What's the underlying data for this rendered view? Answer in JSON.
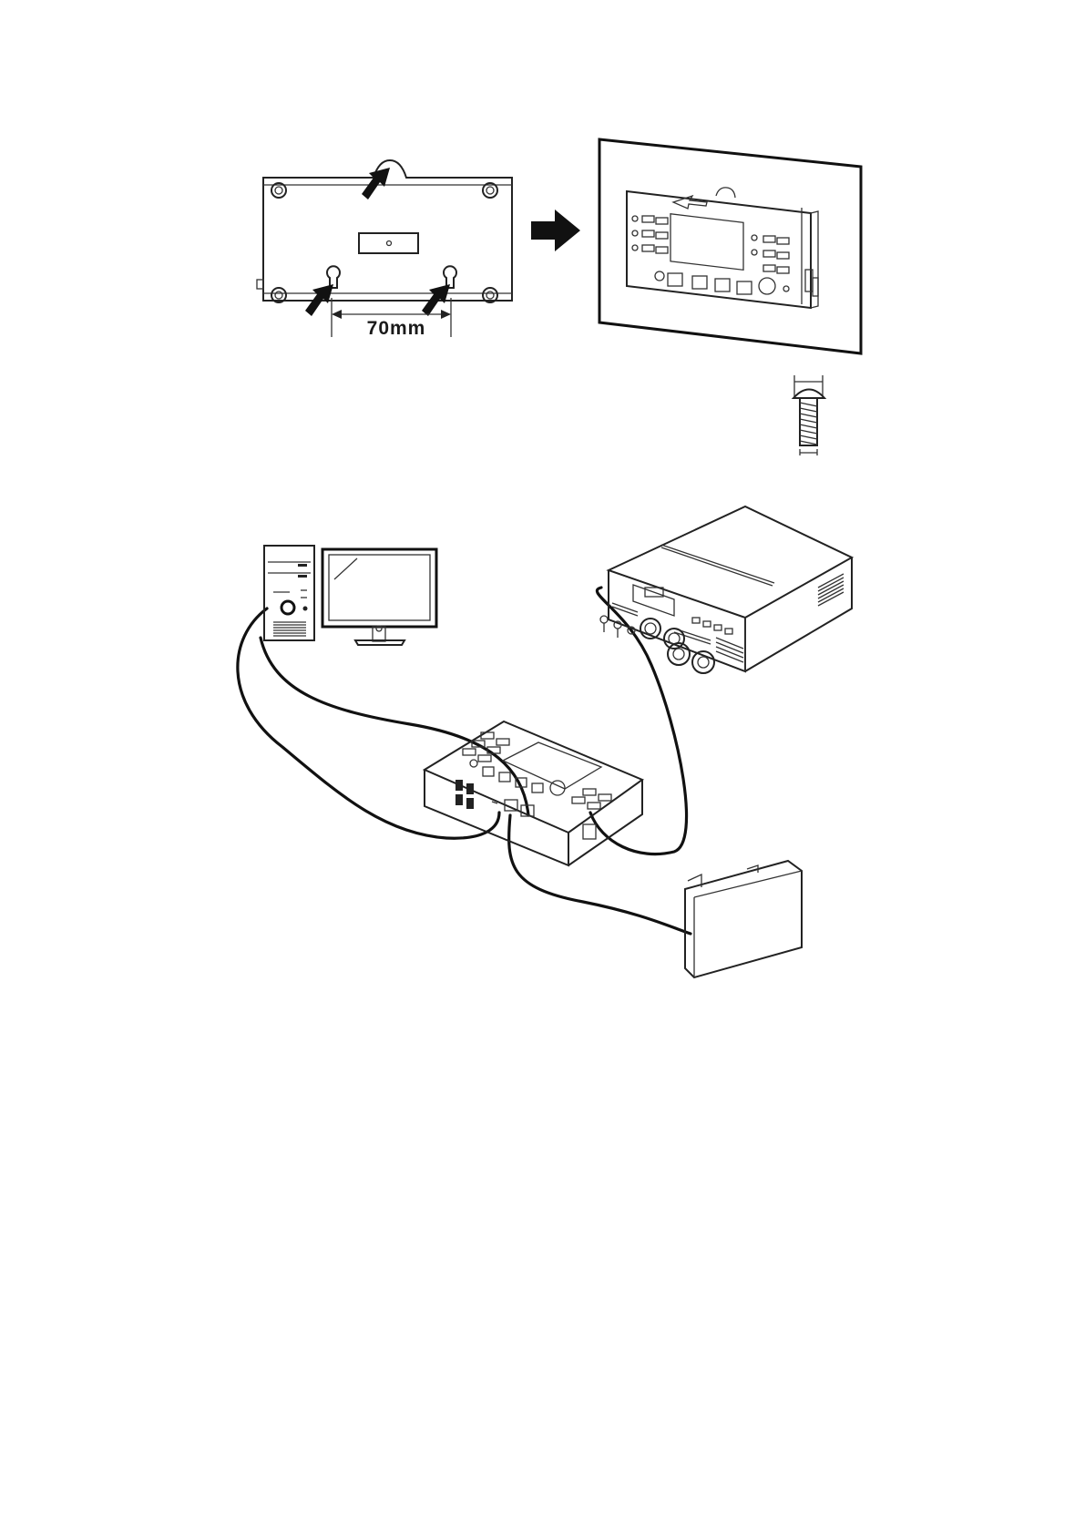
{
  "figure1": {
    "dimension_label": "70mm"
  },
  "colors": {
    "line": "#222222",
    "arrow": "#111111",
    "background": "#ffffff"
  },
  "icons": {
    "mounting": [
      "rear-panel",
      "mounting-arrow-icon",
      "wall-mounted-unit",
      "screw-icon"
    ],
    "connection": [
      "computer-tower-icon",
      "monitor-icon",
      "inverter-icon",
      "remote-panel-icon",
      "battery-icon"
    ]
  }
}
